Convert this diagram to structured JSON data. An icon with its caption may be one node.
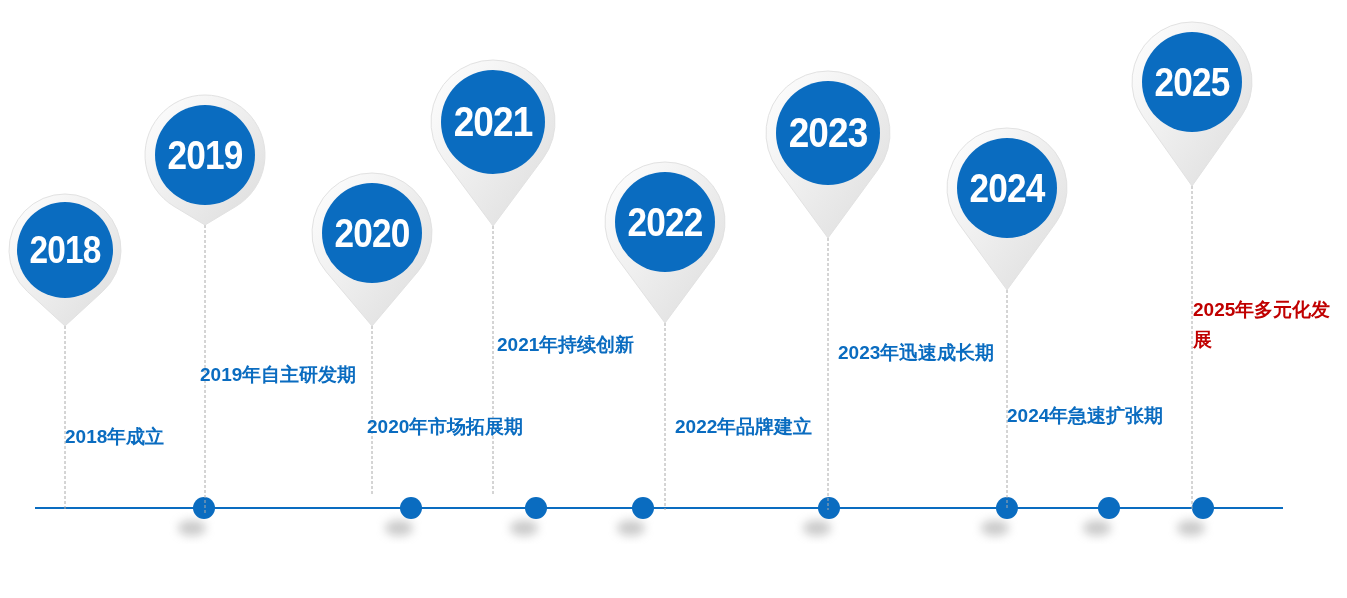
{
  "diagram": {
    "nodes": [
      {
        "text": [
          "2018"
        ]
      },
      {
        "text": [
          "2019"
        ]
      },
      {
        "text": [
          "2020"
        ]
      },
      {
        "text": [
          "2021"
        ]
      },
      {
        "text": [
          "2022"
        ]
      },
      {
        "text": [
          "2023"
        ]
      },
      {
        "text": [
          "2024"
        ]
      },
      {
        "text": [
          "2025"
        ]
      }
    ],
    "edges": [],
    "labels": [
      "2018年成立",
      "2019年自主研发期",
      "2020年市场拓展期",
      "2021年持续创新",
      "2022年品牌建立",
      "2023年迅速成长期",
      "2024年急速扩张期",
      "2025年多元化发展"
    ]
  }
}
